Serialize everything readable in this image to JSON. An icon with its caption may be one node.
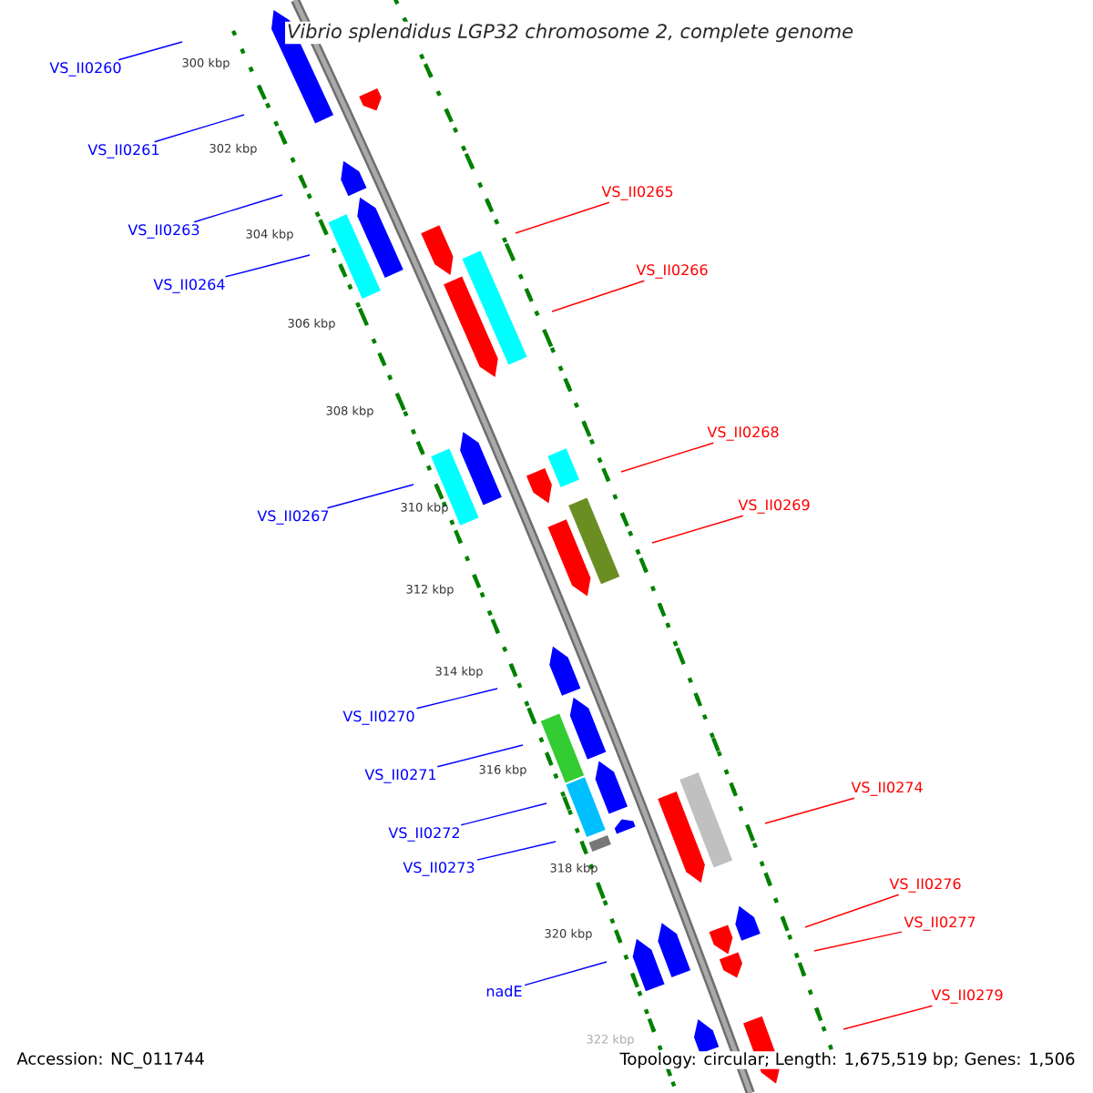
{
  "diagram": {
    "title": "Vibrio splendidus LGP32 chromosome 2, complete genome",
    "nodes": [
      {
        "text": [
          "VS_II0260"
        ]
      },
      {
        "text": [
          "VS_II0261"
        ]
      },
      {
        "text": [
          "VS_II0265"
        ]
      },
      {
        "text": [
          "VS_II0263"
        ]
      },
      {
        "text": [
          "VS_II0266"
        ]
      },
      {
        "text": [
          "VS_II0264"
        ]
      },
      {
        "text": [
          "VS_II0268"
        ]
      },
      {
        "text": [
          "VS_II0269"
        ]
      },
      {
        "text": [
          "VS_II0267"
        ]
      },
      {
        "text": [
          "VS_II0270"
        ]
      },
      {
        "text": [
          "VS_II0271"
        ]
      },
      {
        "text": [
          "VS_II0274"
        ]
      },
      {
        "text": [
          "VS_II0272"
        ]
      },
      {
        "text": [
          "VS_II0273"
        ]
      },
      {
        "text": [
          "VS_II0276"
        ]
      },
      {
        "text": [
          "VS_II0277"
        ]
      },
      {
        "text": [
          "nadE"
        ]
      },
      {
        "text": [
          "VS_II0279"
        ]
      }
    ],
    "edges": [
      {
        "from": 0,
        "to": null,
        "arrow": "none"
      },
      {
        "from": 1,
        "to": null,
        "arrow": "none"
      },
      {
        "from": 2,
        "to": null,
        "arrow": "none",
        "color": "#ff0000"
      },
      {
        "from": 3,
        "to": null,
        "arrow": "none"
      },
      {
        "from": 4,
        "to": null,
        "arrow": "none",
        "color": "#ff0000"
      },
      {
        "from": 5,
        "to": null,
        "arrow": "none"
      },
      {
        "from": 6,
        "to": null,
        "arrow": "none",
        "color": "#ff0000"
      },
      {
        "from": 7,
        "to": null,
        "arrow": "none",
        "color": "#ff0000"
      },
      {
        "from": 8,
        "to": null,
        "arrow": "none"
      },
      {
        "from": 9,
        "to": null,
        "arrow": "none"
      },
      {
        "from": 10,
        "to": null,
        "arrow": "none"
      },
      {
        "from": 11,
        "to": null,
        "arrow": "none",
        "color": "#ff0000"
      },
      {
        "from": 12,
        "to": null,
        "arrow": "none"
      },
      {
        "from": 13,
        "to": null,
        "arrow": "none"
      },
      {
        "from": 14,
        "to": null,
        "arrow": "none",
        "color": "#ff0000"
      },
      {
        "from": 15,
        "to": null,
        "arrow": "none",
        "color": "#ff0000"
      },
      {
        "from": 16,
        "to": null,
        "arrow": "none"
      },
      {
        "from": 17,
        "to": null,
        "arrow": "none",
        "color": "#ff0000"
      }
    ],
    "labels": [
      "300 kbp",
      "302 kbp",
      "304 kbp",
      "306 kbp",
      "308 kbp",
      "310 kbp",
      "312 kbp",
      "314 kbp",
      "316 kbp",
      "318 kbp",
      "320 kbp",
      "322 kbp",
      "Accession: NC_011744",
      "Topology: circular; Length: 1,675,519 bp; Genes: 1,506"
    ]
  }
}
